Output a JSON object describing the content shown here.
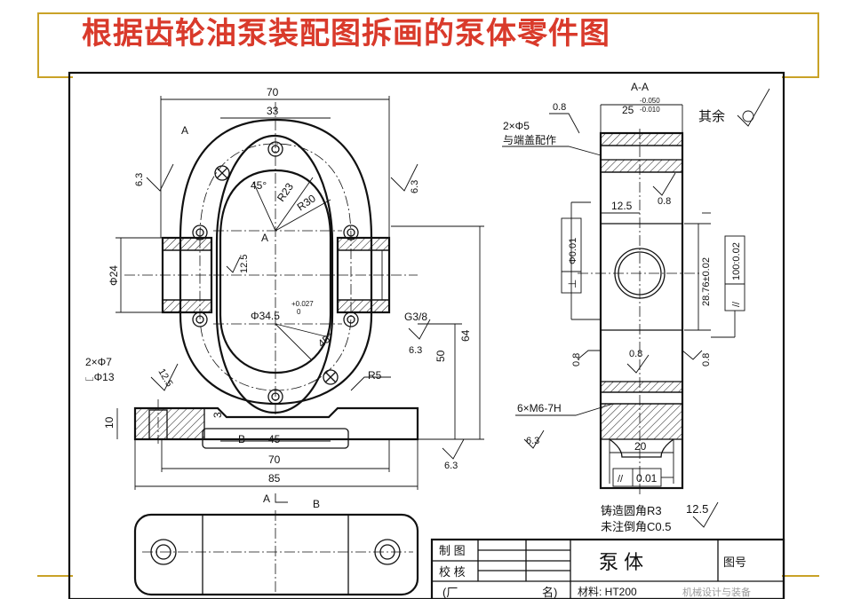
{
  "slide": {
    "title": "根据齿轮油泵装配图拆画的泵体零件图",
    "accent_color": "#d93a2b",
    "frame_color": "#c9a227"
  },
  "front_view": {
    "section_mark": "A",
    "dims": {
      "w70_top": "70",
      "w33": "33",
      "r23": "R23",
      "r30": "R30",
      "a45_top": "45°",
      "a45_bot": "45°",
      "center_a": "A",
      "d24": "Φ24",
      "d345": "Φ34.5",
      "d345_tol_up": "+0.027",
      "d345_tol_lo": "0",
      "g38": "G3/8",
      "r5": "R5",
      "h64": "64",
      "h50": "50",
      "h10": "10",
      "h3": "3",
      "w45": "45",
      "w70_bot": "70",
      "w85": "85",
      "b_mark": "B",
      "holes_2x7": "2×Φ7",
      "holes_13": "⌴Φ13",
      "ra63_left": "6.3",
      "ra63_right": "6.3",
      "ra63_g": "6.3",
      "ra63_bot": "6.3",
      "ra125_bore": "12.5",
      "ra125_hole": "12.5"
    },
    "section_arrow_labels": {
      "a": "A",
      "b": "B"
    }
  },
  "side_view": {
    "label": "A-A",
    "w25": "25",
    "w25_tol_up": "-0.050",
    "w25_tol_lo": "-0.010",
    "ra08_top": "0.8",
    "ra08_mid": "0.8",
    "ra08_left": "0.8",
    "ra08_right": "0.8",
    "ra08_bottom": "0.8",
    "pins": "2×Φ5",
    "pins_note": "与端盖配作",
    "others": "其余",
    "d125": "12.5",
    "perp_box_sym": "⊥",
    "perp_box_val": "Φ0.01",
    "h2876": "28.76±0.02",
    "par_sym": "//",
    "par_val": "100:0.02",
    "threads": "6×M6-7H",
    "ra63_thread": "6.3",
    "w20": "20",
    "par2_sym": "//",
    "par2_val": "0.01"
  },
  "notes": {
    "line1": "铸造圆角R3",
    "line2": "未注倒角C0.5",
    "ra": "12.5"
  },
  "title_block": {
    "draw": "制 图",
    "check": "校 核",
    "factory_open": "(厂",
    "factory_close": "名)",
    "part_name": "泵     体",
    "drawing_no": "图号",
    "material": "材料: HT200",
    "footer_watermark": "机械设计与装备"
  }
}
